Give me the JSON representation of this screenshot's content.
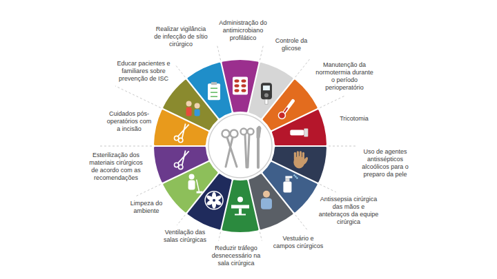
{
  "diagram": {
    "nodes": [
      {
        "text": [
          "Administração do antimicrobiano profilático"
        ]
      },
      {
        "text": [
          "Controle da glicose"
        ]
      },
      {
        "text": [
          "Manutenção da normotermia durante o período perioperatório"
        ]
      },
      {
        "text": [
          "Tricotomia"
        ]
      },
      {
        "text": [
          "Uso de agentes antissépticos alcoólicos para o preparo da pele"
        ]
      },
      {
        "text": [
          "Antissepsia cirúrgica das mãos e antebraços da equipe cirúrgica"
        ]
      },
      {
        "text": [
          "Vestuário e campos cirúrgicos"
        ]
      },
      {
        "text": [
          "Reduzir tráfego desnecessário na sala cirúrgica"
        ]
      },
      {
        "text": [
          "Ventilação das salas cirúrgicas"
        ]
      },
      {
        "text": [
          "Limpeza do ambiente"
        ]
      },
      {
        "text": [
          "Esterilização dos materiais cirúrgicos de acordo com as recomendações"
        ]
      },
      {
        "text": [
          "Cuidados pós-operatórios com a incisão"
        ]
      },
      {
        "text": [
          "Educar pacientes e familiares sobre prevenção de ISC"
        ]
      },
      {
        "text": [
          "Realizar vigilância de infecção de sítio cirúrgico"
        ]
      }
    ]
  }
}
